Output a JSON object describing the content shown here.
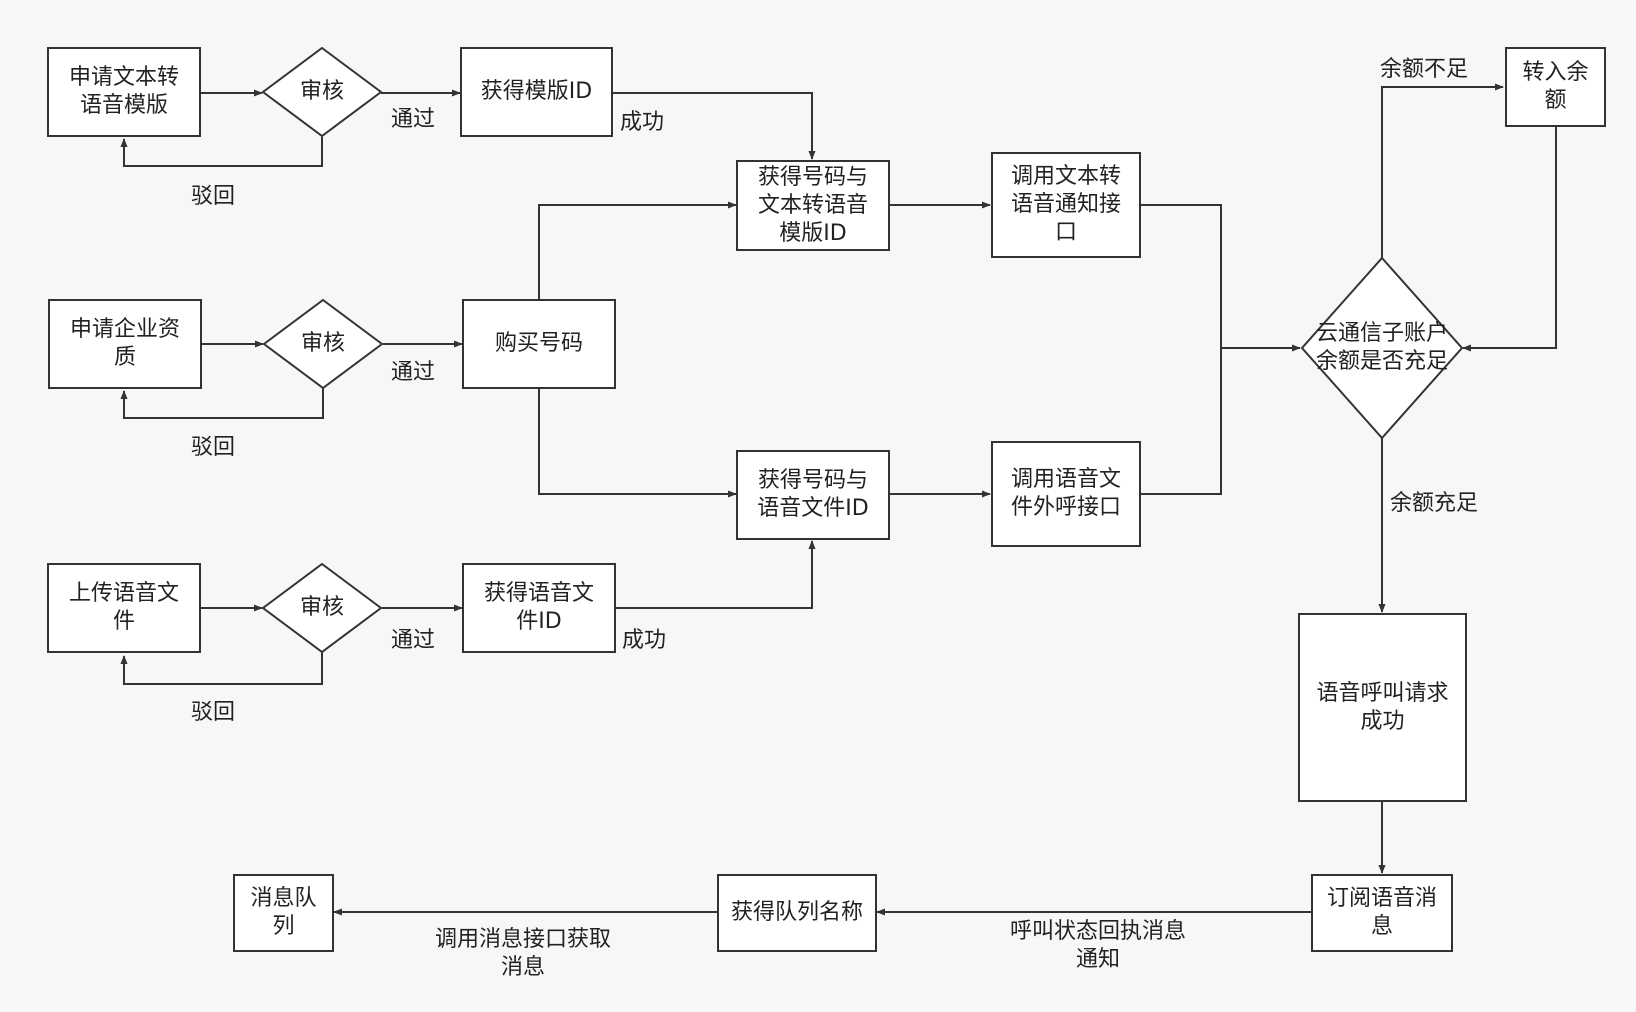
{
  "colors": {
    "background": "#f6f7f9",
    "node_fill": "#ffffff",
    "stroke": "#333333",
    "text": "#222222"
  },
  "nodes": {
    "apply_tts_template": "申请文本转\n语音模版",
    "review_1": "审核",
    "get_template_id": "获得模版ID",
    "apply_enterprise_qual": "申请企业资\n质",
    "review_2": "审核",
    "buy_number": "购买号码",
    "upload_voice_file": "上传语音文\n件",
    "review_3": "审核",
    "get_voice_file_id": "获得语音文\n件ID",
    "get_number_and_tts_id": "获得号码与\n文本转语音\n模版ID",
    "get_number_and_voice_id": "获得号码与\n语音文件ID",
    "call_tts_api": "调用文本转\n语音通知接\n口",
    "call_voice_file_api": "调用语音文\n件外呼接口",
    "balance_check": "云通信子账户\n余额是否充足",
    "transfer_balance": "转入余\n额",
    "call_success": "语音呼叫请求\n成功",
    "subscribe_voice_msg": "订阅语音消\n息",
    "get_queue_name": "获得队列名称",
    "message_queue": "消息队\n列"
  },
  "edge_labels": {
    "pass_1": "通过",
    "reject_1": "驳回",
    "success_1": "成功",
    "pass_2": "通过",
    "reject_2": "驳回",
    "pass_3": "通过",
    "reject_3": "驳回",
    "success_3": "成功",
    "insufficient": "余额不足",
    "sufficient": "余额充足",
    "status_callback": "呼叫状态回执消息\n通知",
    "fetch_msg": "调用消息接口获取\n消息"
  }
}
